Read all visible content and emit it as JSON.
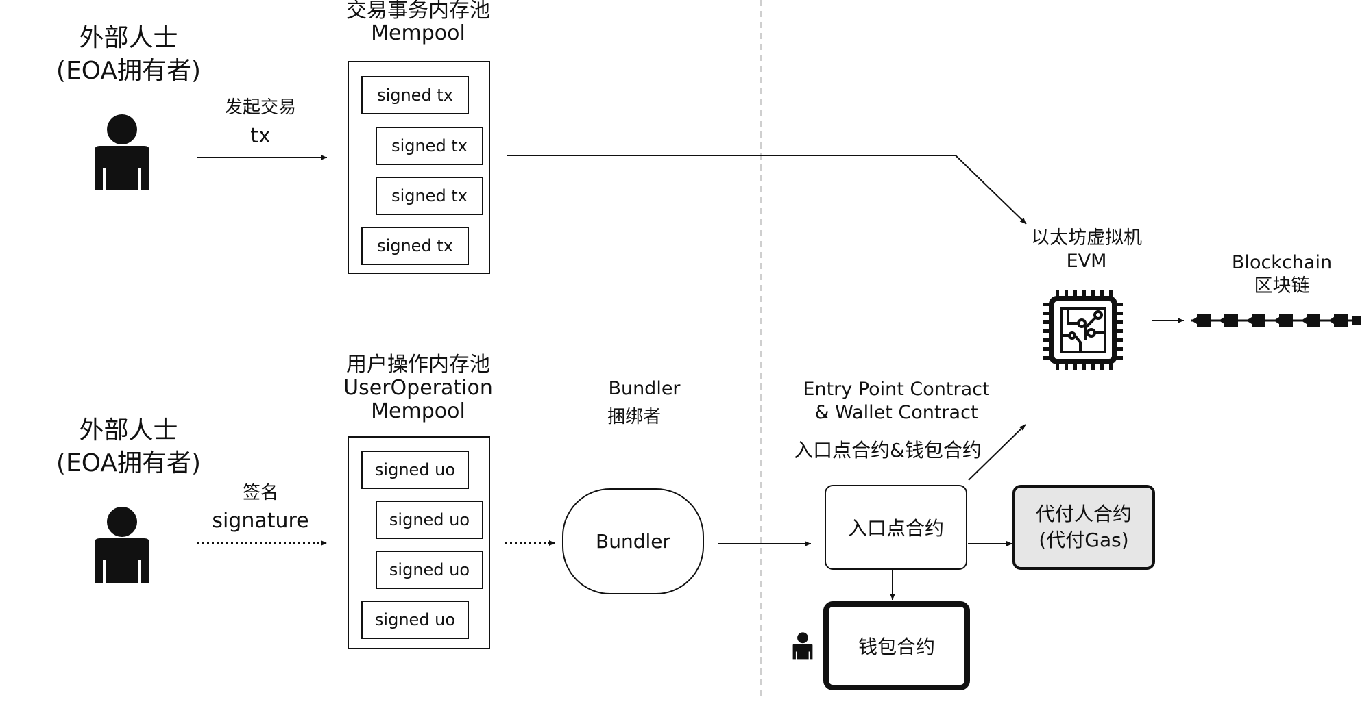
{
  "top": {
    "actor_line1": "外部人士",
    "actor_line2": "(EOA拥有者)",
    "action_cn": "发起交易",
    "action_en": "tx",
    "mempool_title_cn": "交易事务内存池",
    "mempool_title_en": "Mempool",
    "items": [
      "signed tx",
      "signed tx",
      "signed tx",
      "signed tx"
    ]
  },
  "bottom": {
    "actor_line1": "外部人士",
    "actor_line2": "(EOA拥有者)",
    "action_cn": "签名",
    "action_en": "signature",
    "mempool_title_cn": "用户操作内存池",
    "mempool_title_en1": "UserOperation",
    "mempool_title_en2": "Mempool",
    "items": [
      "signed uo",
      "signed uo",
      "signed uo",
      "signed uo"
    ]
  },
  "bundler": {
    "title_en": "Bundler",
    "title_cn": "捆绑者",
    "node_label": "Bundler"
  },
  "contracts": {
    "title_en1": "Entry Point Contract",
    "title_en2": "& Wallet Contract",
    "title_cn": "入口点合约&钱包合约",
    "entry_point": "入口点合约",
    "paymaster_line1": "代付人合约",
    "paymaster_line2": "(代付Gas)",
    "wallet": "钱包合约"
  },
  "evm": {
    "title_cn": "以太坊虚拟机",
    "title_en": "EVM"
  },
  "blockchain": {
    "title_en": "Blockchain",
    "title_cn": "区块链"
  },
  "colors": {
    "paymaster_fill": "#e6e6e6",
    "divider": "#cfcfcf"
  },
  "icons": [
    "person-icon",
    "chip-icon",
    "chain-icon"
  ]
}
